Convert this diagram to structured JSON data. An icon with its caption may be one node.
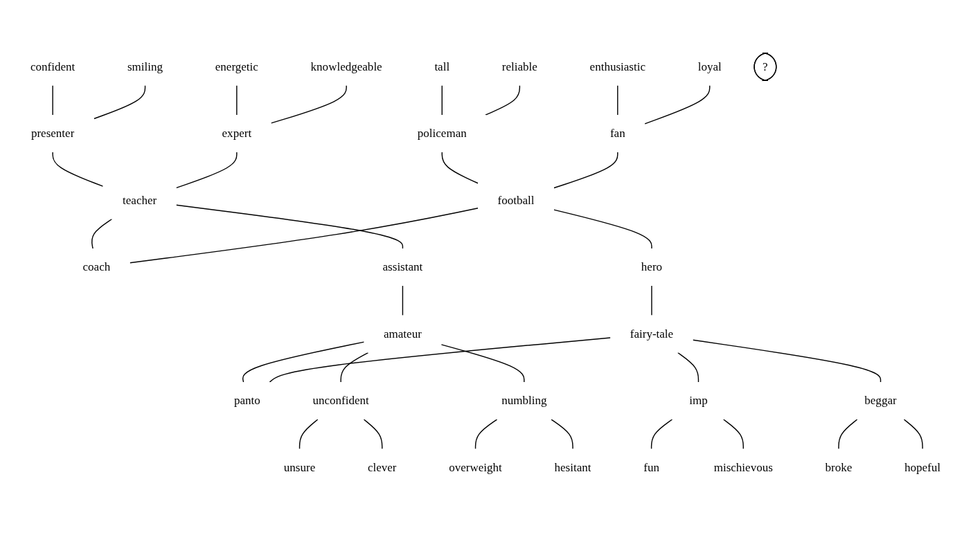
{
  "diagram": {
    "nodes": [
      {
        "text": [
          "confident"
        ]
      },
      {
        "text": [
          "smiling"
        ]
      },
      {
        "text": [
          "energetic"
        ]
      },
      {
        "text": [
          "knowledgeable"
        ]
      },
      {
        "text": [
          "tall"
        ]
      },
      {
        "text": [
          "reliable"
        ]
      },
      {
        "text": [
          "enthusiastic"
        ]
      },
      {
        "text": [
          "loyal"
        ]
      },
      {
        "text": [
          "presenter"
        ]
      },
      {
        "text": [
          "expert"
        ]
      },
      {
        "text": [
          "policeman"
        ]
      },
      {
        "text": [
          "fan"
        ]
      },
      {
        "text": [
          "teacher"
        ]
      },
      {
        "text": [
          "football"
        ]
      },
      {
        "text": [
          "coach"
        ]
      },
      {
        "text": [
          "?"
        ]
      },
      {
        "text": [
          "assistant"
        ]
      },
      {
        "text": [
          "hero"
        ]
      },
      {
        "text": [
          "panto"
        ]
      },
      {
        "text": [
          "amateur"
        ]
      },
      {
        "text": [
          "fairy-tale"
        ]
      },
      {
        "text": [
          "unconfident"
        ]
      },
      {
        "text": [
          "numbling"
        ]
      },
      {
        "text": [
          "imp"
        ]
      },
      {
        "text": [
          "beggar"
        ]
      },
      {
        "text": [
          "unsure"
        ]
      },
      {
        "text": [
          "clever"
        ]
      },
      {
        "text": [
          "overweight"
        ]
      },
      {
        "text": [
          "hesitant"
        ]
      },
      {
        "text": [
          "fun"
        ]
      },
      {
        "text": [
          "mischievous"
        ]
      },
      {
        "text": [
          "broke"
        ]
      },
      {
        "text": [
          "hopeful"
        ]
      }
    ],
    "edges": [
      {
        "from": 0,
        "to": 8,
        "arrow": "none"
      },
      {
        "from": 1,
        "to": 8,
        "arrow": "none"
      },
      {
        "from": 2,
        "to": 9,
        "arrow": "none"
      },
      {
        "from": 3,
        "to": 9,
        "arrow": "none"
      },
      {
        "from": 4,
        "to": 10,
        "arrow": "none"
      },
      {
        "from": 5,
        "to": 10,
        "arrow": "none"
      },
      {
        "from": 6,
        "to": 11,
        "arrow": "none"
      },
      {
        "from": 7,
        "to": 11,
        "arrow": "none"
      },
      {
        "from": 8,
        "to": 12,
        "arrow": "none"
      },
      {
        "from": 9,
        "to": 12,
        "arrow": "none"
      },
      {
        "from": 10,
        "to": 13,
        "arrow": "none"
      },
      {
        "from": 11,
        "to": 13,
        "arrow": "none"
      },
      {
        "from": 12,
        "to": 14,
        "arrow": "none"
      },
      {
        "from": 13,
        "to": 14,
        "arrow": "none"
      },
      {
        "from": 12,
        "to": 16,
        "arrow": "none"
      },
      {
        "from": 13,
        "to": 17,
        "arrow": "none"
      },
      {
        "from": 16,
        "to": 19,
        "arrow": "none"
      },
      {
        "from": 17,
        "to": 20,
        "arrow": "none"
      },
      {
        "from": 19,
        "to": 18,
        "arrow": "none"
      },
      {
        "from": 20,
        "to": 18,
        "arrow": "none"
      },
      {
        "from": 19,
        "to": 21,
        "arrow": "none"
      },
      {
        "from": 19,
        "to": 22,
        "arrow": "none"
      },
      {
        "from": 20,
        "to": 23,
        "arrow": "none"
      },
      {
        "from": 20,
        "to": 24,
        "arrow": "none"
      },
      {
        "from": 21,
        "to": 25,
        "arrow": "none"
      },
      {
        "from": 21,
        "to": 26,
        "arrow": "none"
      },
      {
        "from": 22,
        "to": 27,
        "arrow": "none"
      },
      {
        "from": 22,
        "to": 28,
        "arrow": "none"
      },
      {
        "from": 23,
        "to": 29,
        "arrow": "none"
      },
      {
        "from": 23,
        "to": 30,
        "arrow": "none"
      },
      {
        "from": 24,
        "to": 31,
        "arrow": "none"
      },
      {
        "from": 24,
        "to": 32,
        "arrow": "none"
      }
    ]
  }
}
